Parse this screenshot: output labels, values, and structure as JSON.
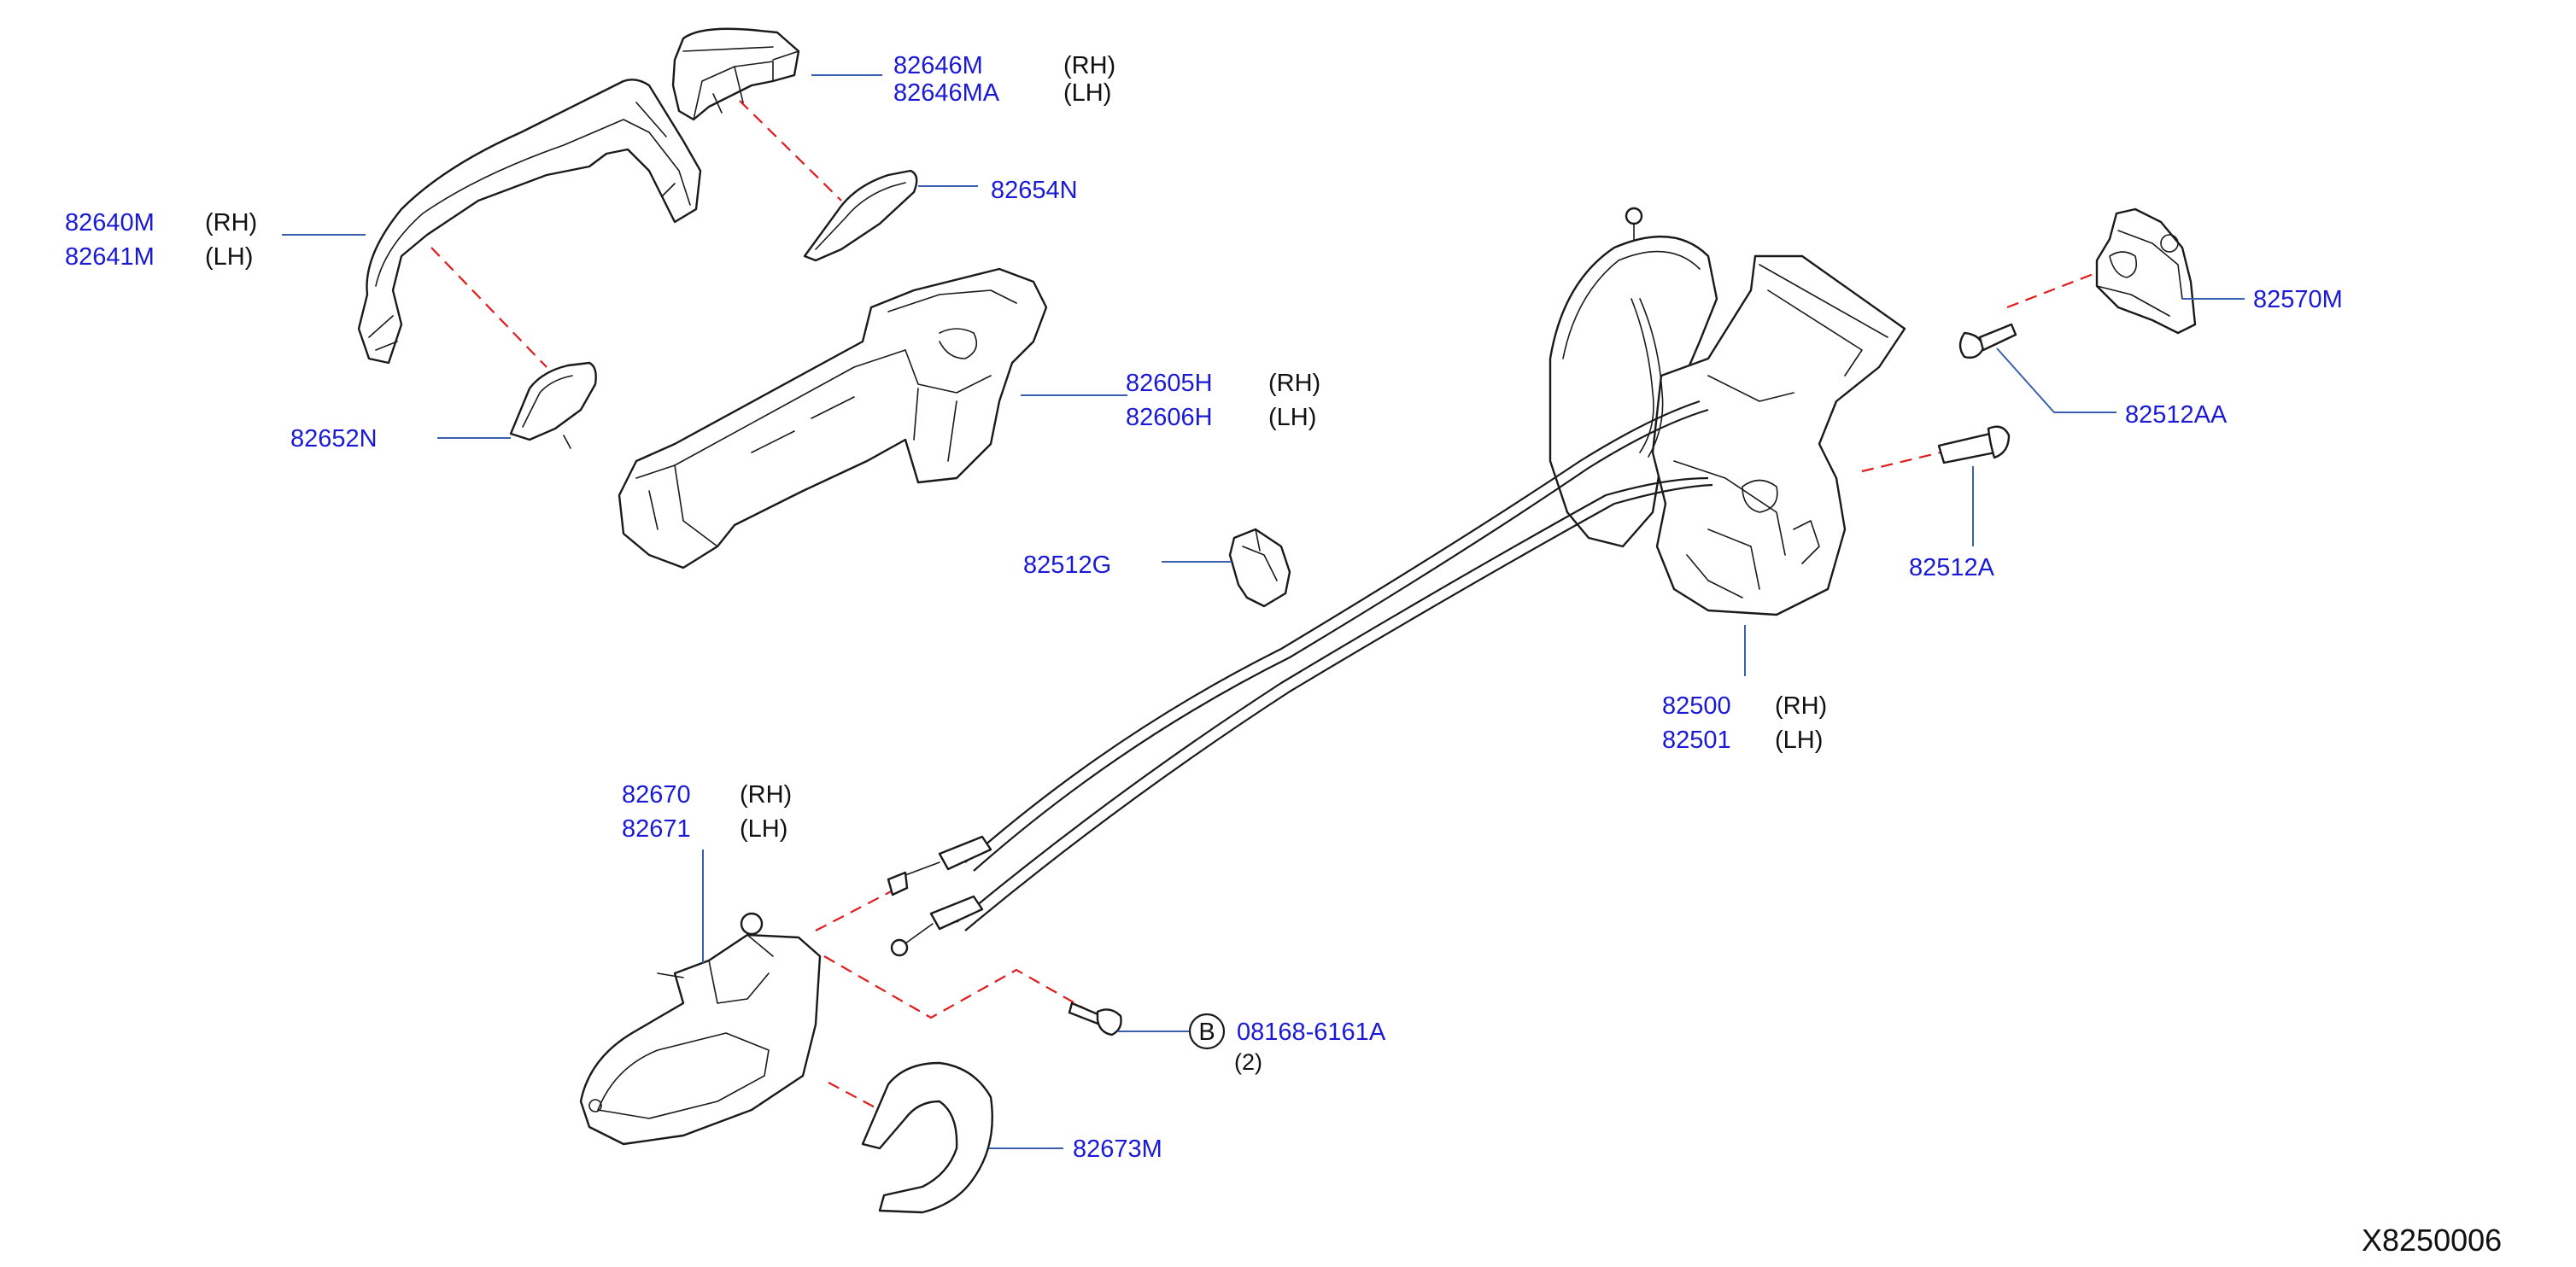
{
  "diagram": {
    "reference_code": "X8250006",
    "callouts": [
      {
        "id": "c1",
        "part": "82646M",
        "side": "(RH)"
      },
      {
        "id": "c2",
        "part": "82646MA",
        "side": "(LH)"
      },
      {
        "id": "c3",
        "part": "82654N"
      },
      {
        "id": "c4",
        "part": "82640M",
        "side": "(RH)"
      },
      {
        "id": "c5",
        "part": "82641M",
        "side": "(LH)"
      },
      {
        "id": "c6",
        "part": "82605H",
        "side": "(RH)"
      },
      {
        "id": "c7",
        "part": "82606H",
        "side": "(LH)"
      },
      {
        "id": "c8",
        "part": "82652N"
      },
      {
        "id": "c9",
        "part": "82512G"
      },
      {
        "id": "c10",
        "part": "82570M"
      },
      {
        "id": "c11",
        "part": "82512AA"
      },
      {
        "id": "c12",
        "part": "82512A"
      },
      {
        "id": "c13",
        "part": "82500",
        "side": "(RH)"
      },
      {
        "id": "c14",
        "part": "82501",
        "side": "(LH)"
      },
      {
        "id": "c15",
        "part": "82670",
        "side": "(RH)"
      },
      {
        "id": "c16",
        "part": "82671",
        "side": "(LH)"
      },
      {
        "id": "c17",
        "part": "08168-6161A",
        "badge": "B",
        "qty": "(2)"
      },
      {
        "id": "c18",
        "part": "82673M"
      }
    ]
  }
}
